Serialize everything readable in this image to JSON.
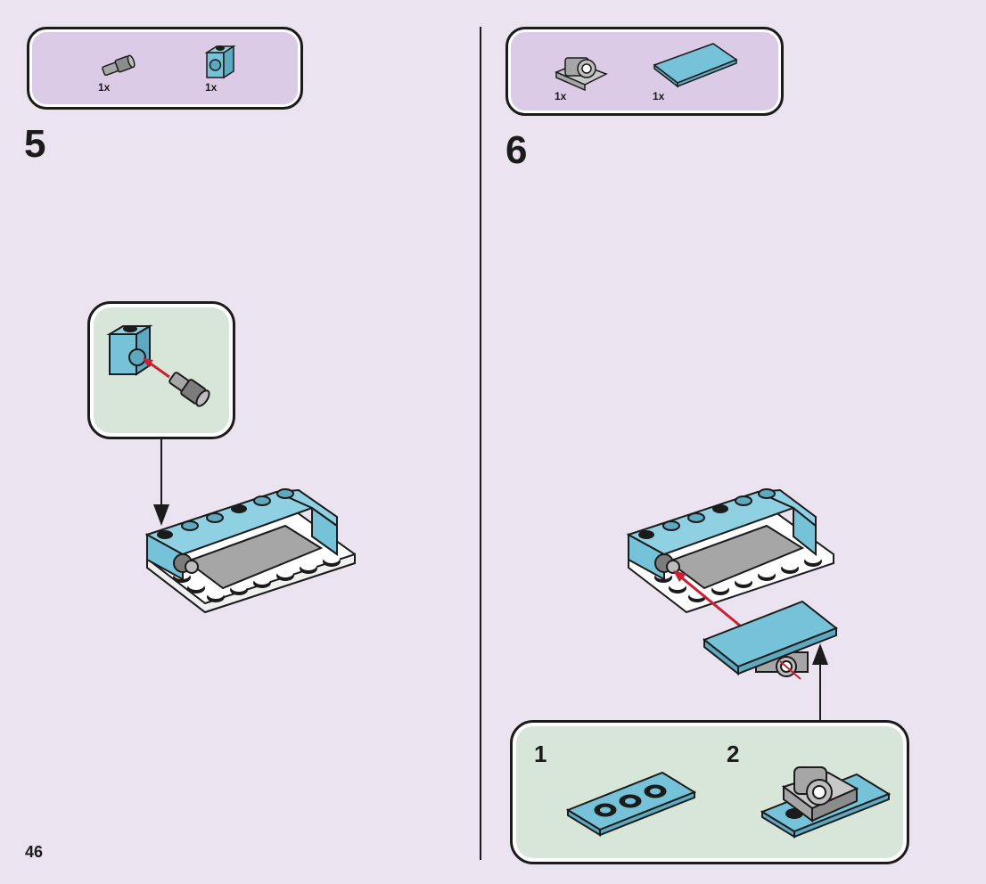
{
  "page": {
    "number": "46"
  },
  "steps": [
    {
      "number": "5",
      "parts": [
        {
          "qty": "1x",
          "icon": "gray-pin-icon"
        },
        {
          "qty": "1x",
          "icon": "blue-technic-brick-icon"
        }
      ]
    },
    {
      "number": "6",
      "parts": [
        {
          "qty": "1x",
          "icon": "gray-clip-plate-icon"
        },
        {
          "qty": "1x",
          "icon": "blue-tile-icon"
        }
      ],
      "substeps": [
        "1",
        "2"
      ]
    }
  ],
  "colors": {
    "page_bg": "#ece3f1",
    "parts_box": "#dccbe6",
    "callout_bg": "#d8e6da",
    "brick_blue": "#76c3d9",
    "brick_gray": "#a6a6a6",
    "plate_white": "#ffffff",
    "arrow_red": "#cc1f2f"
  }
}
